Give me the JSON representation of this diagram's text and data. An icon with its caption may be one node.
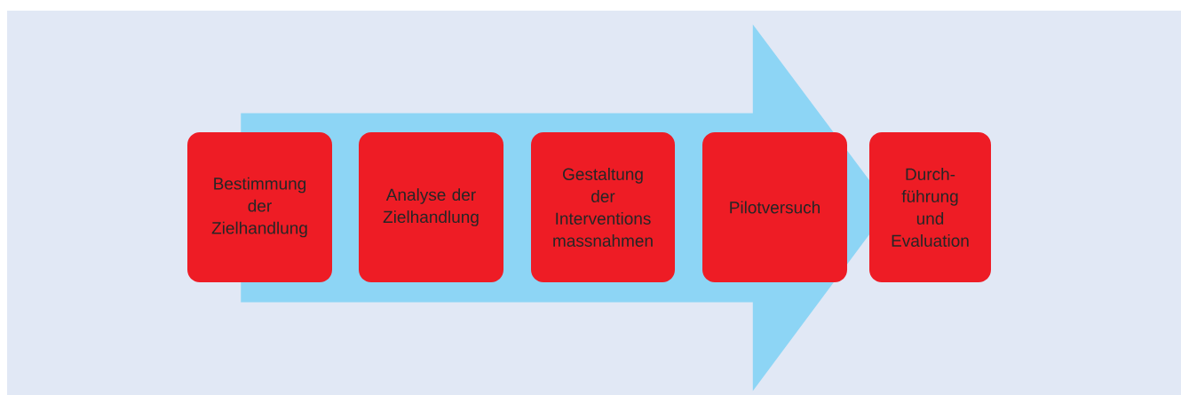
{
  "diagram": {
    "nodes": [
      {
        "text": [
          "Bestimmung der Zielhandlung"
        ]
      },
      {
        "text": [
          "Analyse der Zielhandlung"
        ]
      },
      {
        "text": [
          "Gestaltung der Interventions massnahmen"
        ]
      },
      {
        "text": [
          "Pilotversuch"
        ]
      },
      {
        "text": [
          "Durch- führung und Evaluation"
        ]
      }
    ],
    "edges": [
      {
        "from": 0,
        "to": 4,
        "arrow": "to"
      }
    ]
  }
}
